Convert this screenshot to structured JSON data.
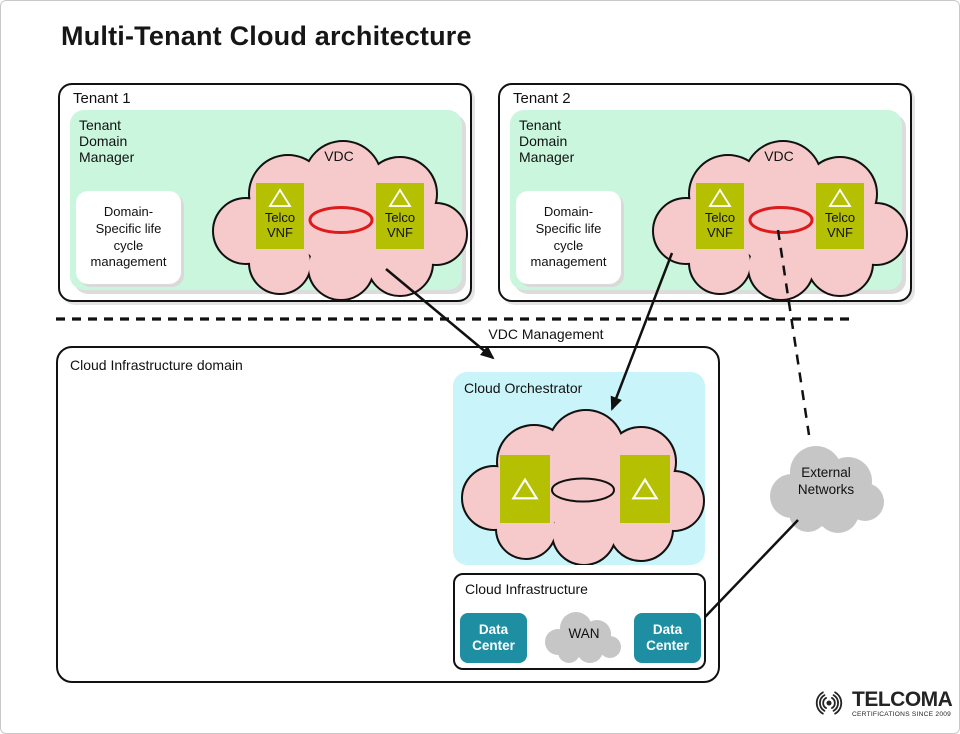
{
  "title": "Multi-Tenant Cloud architecture",
  "tenants": [
    {
      "label": "Tenant 1",
      "domain_manager": "Tenant\nDomain\nManager",
      "lifecycle": "Domain-\nSpecific life\ncycle\nmanagement",
      "vdc_label": "VDC",
      "vnf_left": "Telco\nVNF",
      "vnf_right": "Telco\nVNF"
    },
    {
      "label": "Tenant 2",
      "domain_manager": "Tenant\nDomain\nManager",
      "lifecycle": "Domain-\nSpecific life\ncycle\nmanagement",
      "vdc_label": "VDC",
      "vnf_left": "Telco\nVNF",
      "vnf_right": "Telco\nVNF"
    }
  ],
  "separator": {
    "label": "VDC Management"
  },
  "infrastructure_domain": {
    "label": "Cloud Infrastructure domain",
    "orchestrator": {
      "label": "Cloud Orchestrator"
    },
    "infrastructure": {
      "label": "Cloud Infrastructure",
      "data_center_left": "Data\nCenter",
      "wan": "WAN",
      "data_center_right": "Data\nCenter"
    }
  },
  "external": {
    "label": "External\nNetworks"
  },
  "logo": {
    "name": "TELCOMA",
    "tagline": "CERTIFICATIONS SINCE 2009"
  },
  "icons": {
    "vnf": "triangle-outline-icon",
    "logo": "radio-signal-icon"
  },
  "colors": {
    "mint": "#c9f6dc",
    "pink_cloud": "#f6caca",
    "olive_vnf": "#b5c002",
    "cyan_orchestrator": "#c9f5fa",
    "teal_data_center": "#1e8fa3",
    "gray_cloud": "#c6c6c6",
    "red_ellipse": "#dd1b1b",
    "line": "#111111"
  }
}
